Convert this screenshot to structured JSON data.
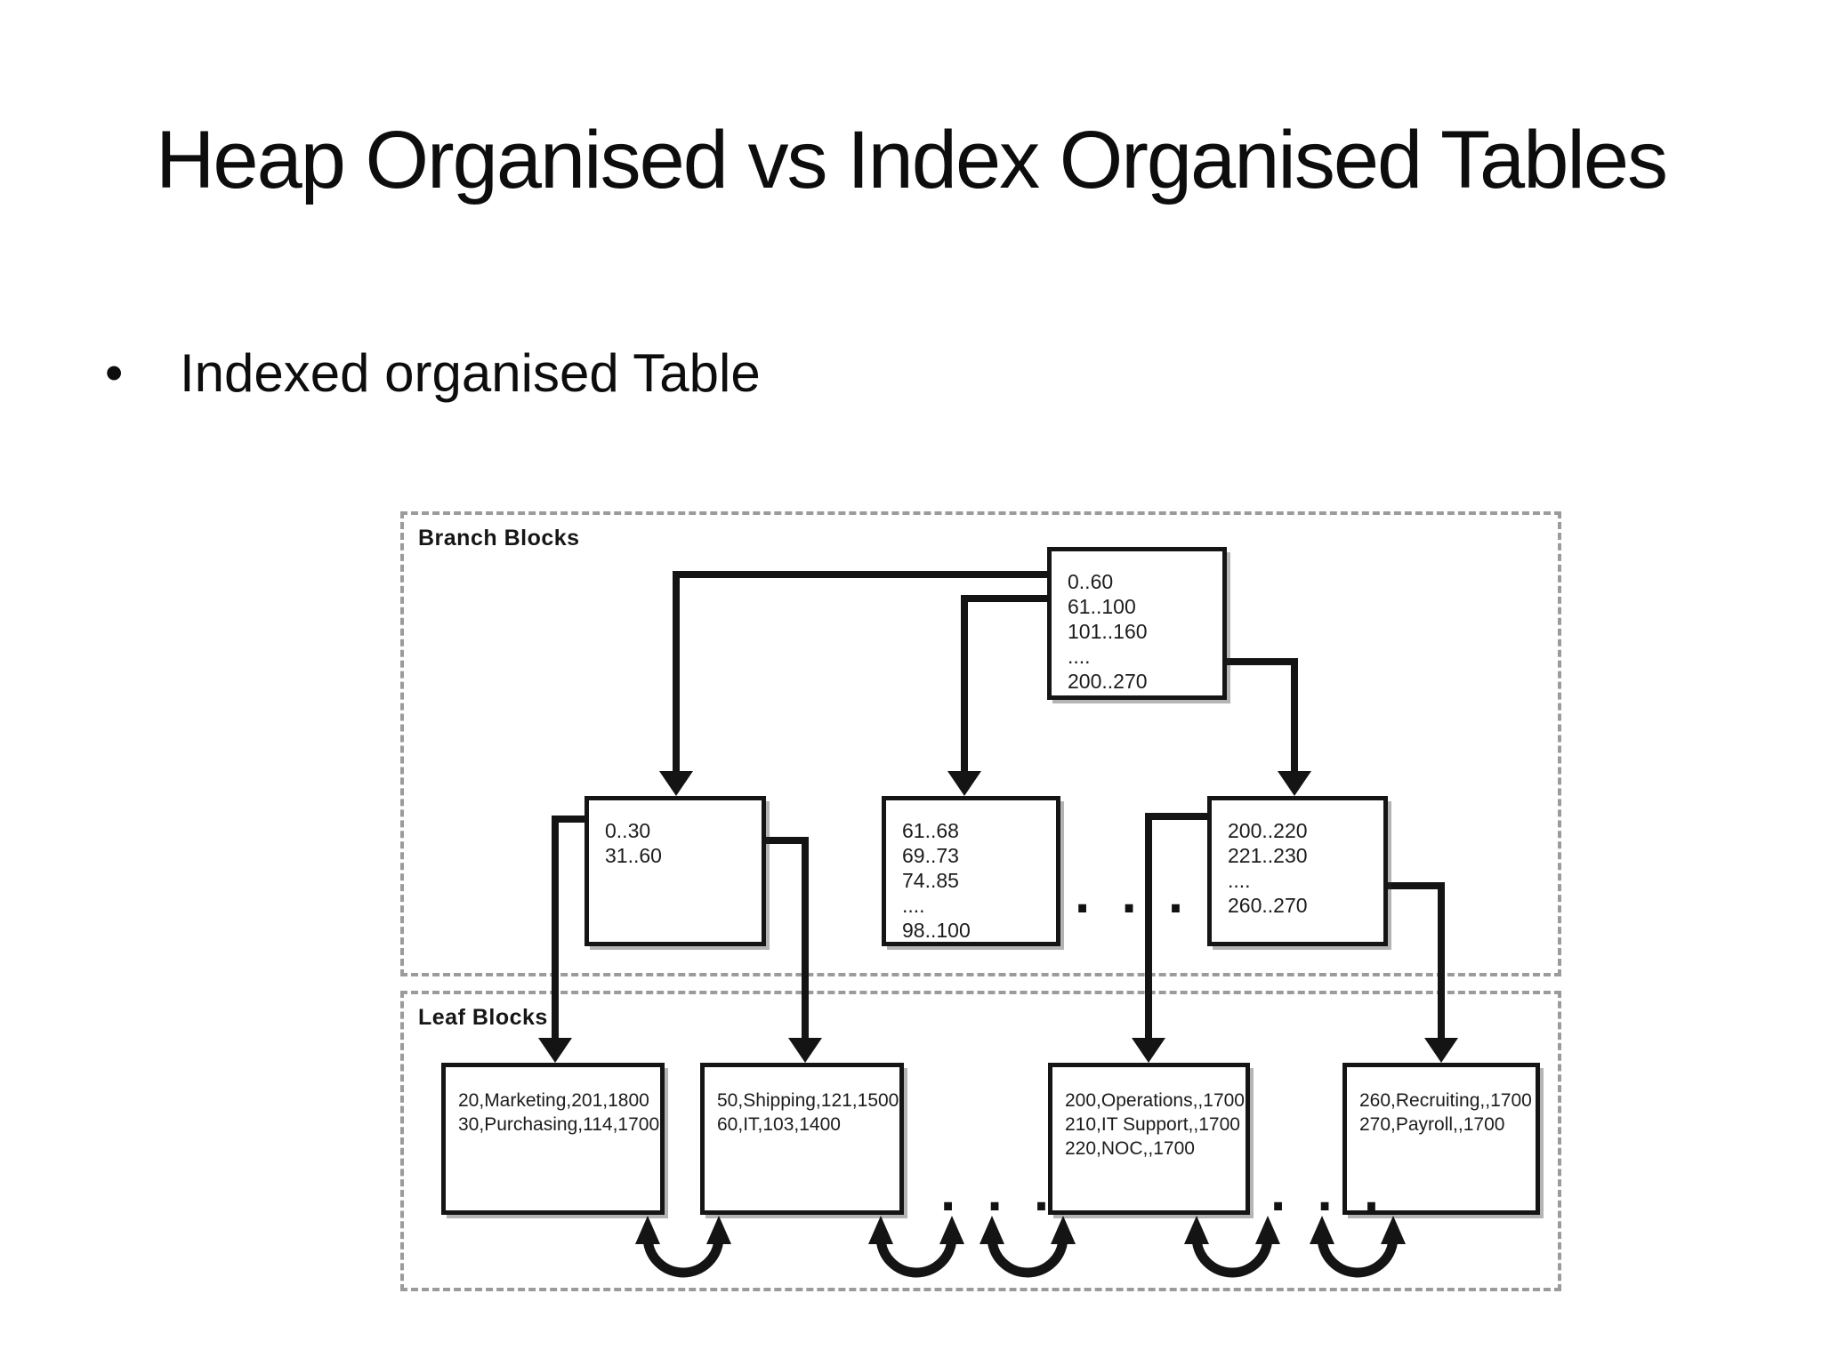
{
  "slide": {
    "title": "Heap Organised vs Index Organised Tables",
    "bullet_char": "•",
    "bullet": "Indexed organised Table"
  },
  "diagram": {
    "branch_label": "Branch Blocks",
    "leaf_label": "Leaf Blocks",
    "root_block": {
      "lines": [
        "0..60",
        "61..100",
        "101..160",
        "....",
        "200..270"
      ]
    },
    "branch_blocks": [
      {
        "lines": [
          "0..30",
          "31..60"
        ]
      },
      {
        "lines": [
          "61..68",
          "69..73",
          "74..85",
          "....",
          "98..100"
        ]
      },
      {
        "lines": [
          "200..220",
          "221..230",
          "....",
          "260..270"
        ]
      }
    ],
    "branch_ellipsis": ". . .",
    "leaf_blocks": [
      {
        "lines": [
          "20,Marketing,201,1800",
          "30,Purchasing,114,1700"
        ]
      },
      {
        "lines": [
          "50,Shipping,121,1500",
          "60,IT,103,1400"
        ]
      },
      {
        "lines": [
          "200,Operations,,1700",
          "210,IT Support,,1700",
          "220,NOC,,1700"
        ]
      },
      {
        "lines": [
          "260,Recruiting,,1700",
          "270,Payroll,,1700"
        ]
      }
    ],
    "leaf_ellipsis_1": ". . .",
    "leaf_ellipsis_2": ". . .",
    "colors": {
      "ink": "#141414",
      "region_dash": "#9b9b9b"
    }
  }
}
